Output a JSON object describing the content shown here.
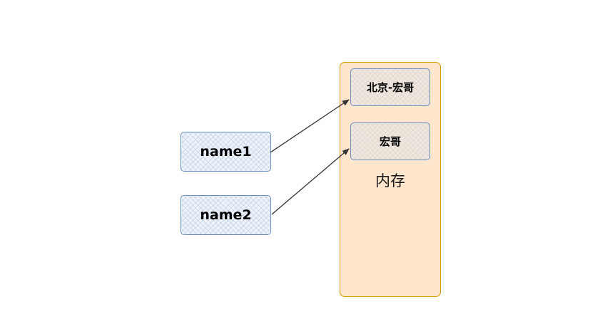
{
  "variables": [
    {
      "label": "name1"
    },
    {
      "label": "name2"
    }
  ],
  "memory": {
    "label": "内存",
    "strings": [
      {
        "label": "北京-宏哥"
      },
      {
        "label": "宏哥"
      }
    ]
  },
  "colors": {
    "variable_border": "#6c8ebf",
    "variable_fill": "#eef3fb",
    "memory_fill": "#ffe6cc",
    "memory_border": "#d79b00",
    "string_fill": "#eee6df",
    "arrow": "#333333"
  }
}
